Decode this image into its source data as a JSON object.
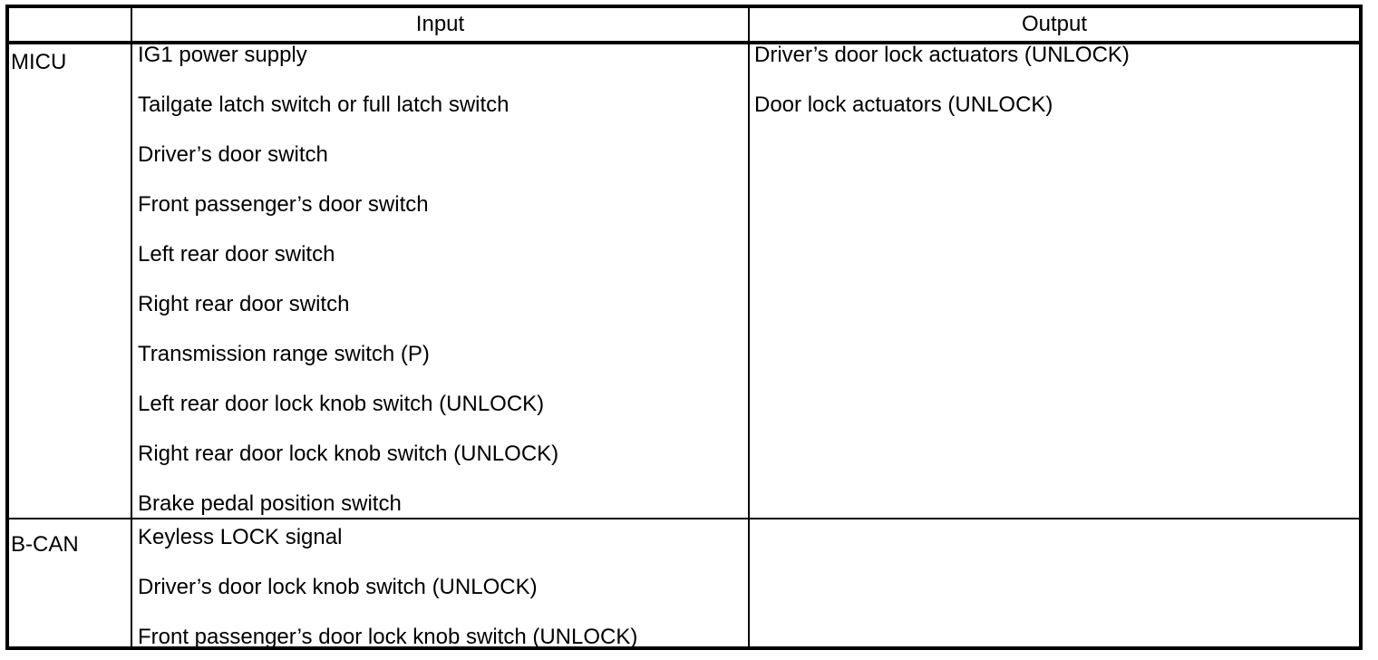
{
  "document": {
    "type": "technical-service-table",
    "title": "",
    "colors": {
      "background": "#ffffff",
      "text": "#000000",
      "border": "#000000"
    }
  },
  "table": {
    "headers": {
      "system_column": "",
      "input": "Input",
      "output": "Output"
    },
    "rows": [
      {
        "system": "MICU",
        "inputs": [
          "IG1 power supply",
          "Tailgate latch switch or full latch switch",
          "Driver’s door switch",
          "Front passenger’s door switch",
          "Left rear door switch",
          "Right rear door switch",
          "Transmission range switch (P)",
          "Left rear door lock knob switch (UNLOCK)",
          "Right rear door lock knob switch (UNLOCK)",
          "Brake pedal position switch"
        ],
        "outputs": [
          "Driver’s door lock actuators (UNLOCK)",
          "Door lock actuators (UNLOCK)"
        ]
      },
      {
        "system": "B-CAN",
        "inputs": [
          "Keyless LOCK signal",
          "Driver’s door lock knob switch (UNLOCK)",
          "Front passenger’s door lock knob switch (UNLOCK)"
        ],
        "outputs": []
      }
    ]
  }
}
